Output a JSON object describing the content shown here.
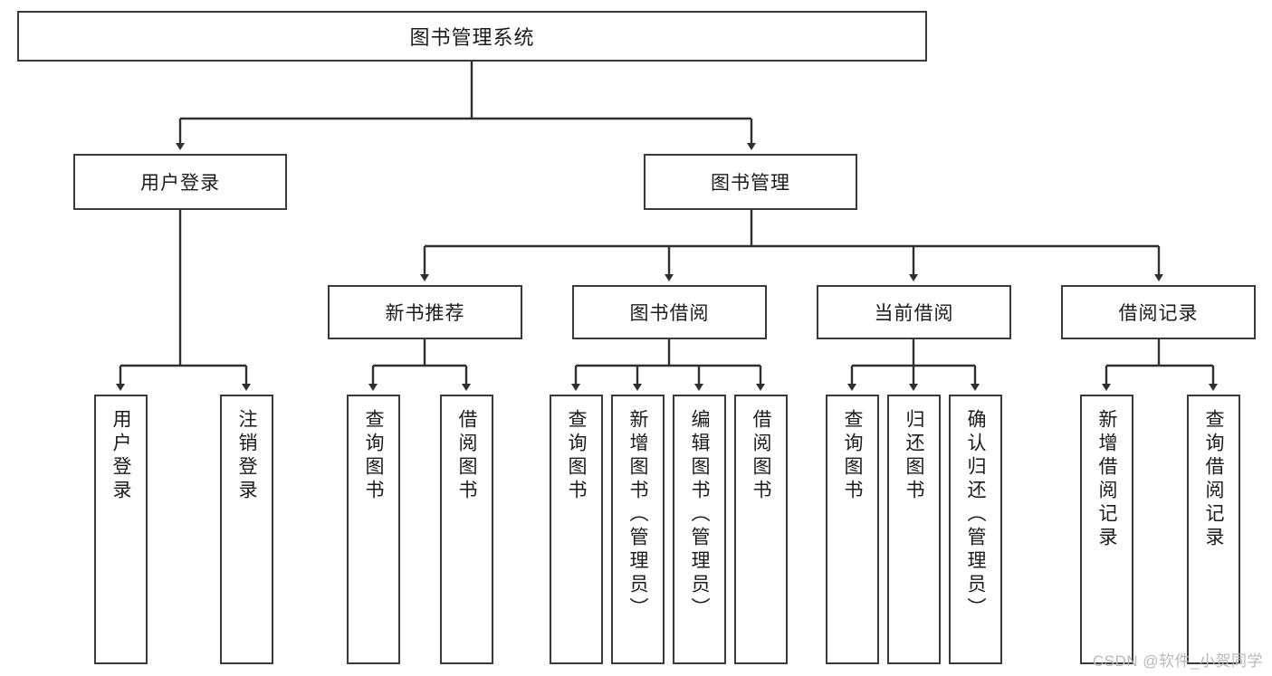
{
  "diagram": {
    "title": "图书管理系统",
    "type": "tree",
    "watermark": "CSDN @软件_小贺同学",
    "colors": {
      "node_border": "#3a3a3a",
      "node_fill": "#ffffff",
      "edge": "#2f2f2f",
      "text": "#1b1b1b",
      "watermark": "#b9b9b9",
      "background": "#ffffff"
    },
    "levels": {
      "root": {
        "label": "图书管理系统"
      },
      "level2": [
        {
          "label": "用户登录"
        },
        {
          "label": "图书管理"
        }
      ],
      "level3": [
        {
          "label": "新书推荐"
        },
        {
          "label": "图书借阅"
        },
        {
          "label": "当前借阅"
        },
        {
          "label": "借阅记录"
        }
      ],
      "leaves": [
        {
          "label": "用户登录",
          "parent": "用户登录"
        },
        {
          "label": "注销登录",
          "parent": "用户登录"
        },
        {
          "label": "查询图书",
          "parent": "新书推荐"
        },
        {
          "label": "借阅图书",
          "parent": "新书推荐"
        },
        {
          "label": "查询图书",
          "parent": "图书借阅"
        },
        {
          "label": "新增图书（管理员）",
          "parent": "图书借阅"
        },
        {
          "label": "编辑图书（管理员）",
          "parent": "图书借阅"
        },
        {
          "label": "借阅图书",
          "parent": "图书借阅"
        },
        {
          "label": "查询图书",
          "parent": "当前借阅"
        },
        {
          "label": "归还图书",
          "parent": "当前借阅"
        },
        {
          "label": "确认归还（管理员）",
          "parent": "当前借阅"
        },
        {
          "label": "新增借阅记录",
          "parent": "借阅记录"
        },
        {
          "label": "查询借阅记录",
          "parent": "借阅记录"
        }
      ]
    }
  }
}
